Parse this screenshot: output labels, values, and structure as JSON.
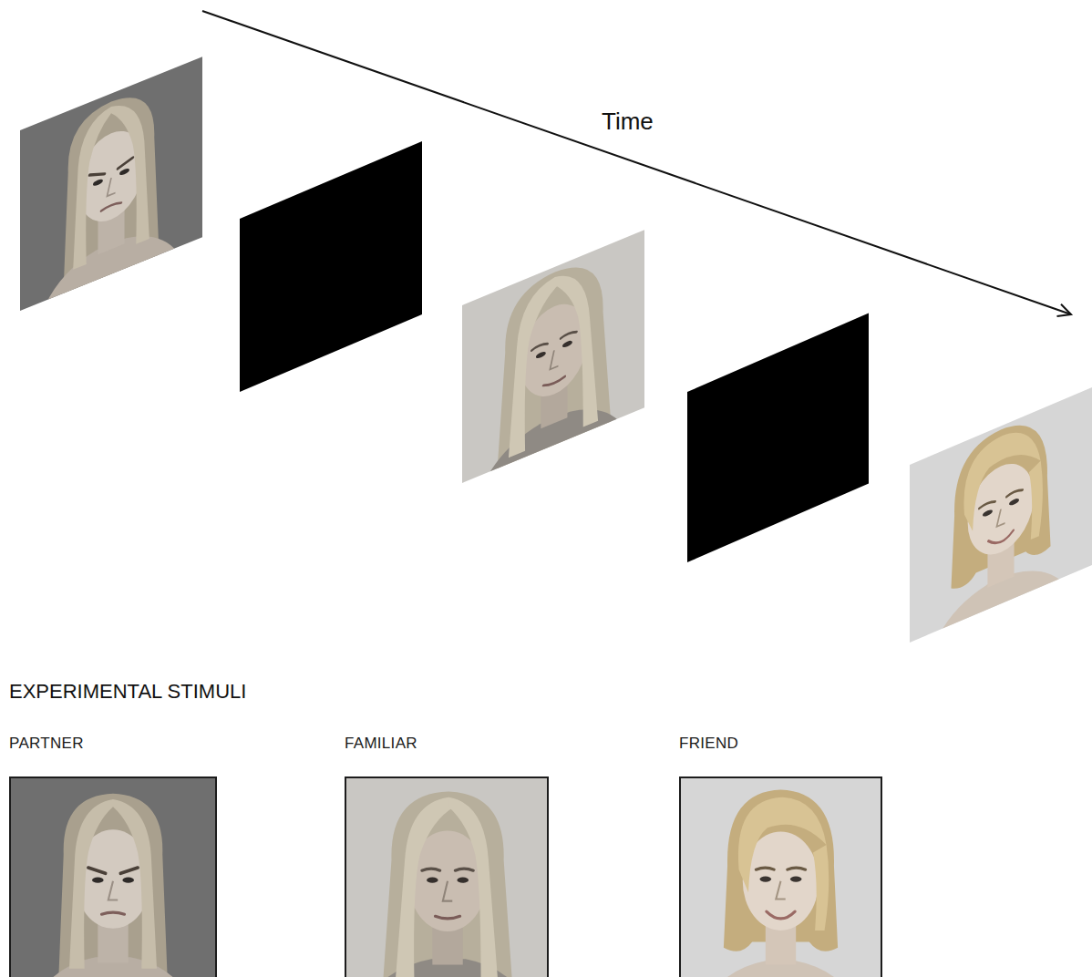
{
  "diagram": {
    "nodes": [
      {
        "text": [
          "PARTNER"
        ]
      },
      {
        "text": [
          "FAMILIAR"
        ]
      },
      {
        "text": [
          "FRIEND"
        ]
      }
    ],
    "labels": [
      "Time",
      "EXPERIMENTAL STIMULI"
    ]
  }
}
